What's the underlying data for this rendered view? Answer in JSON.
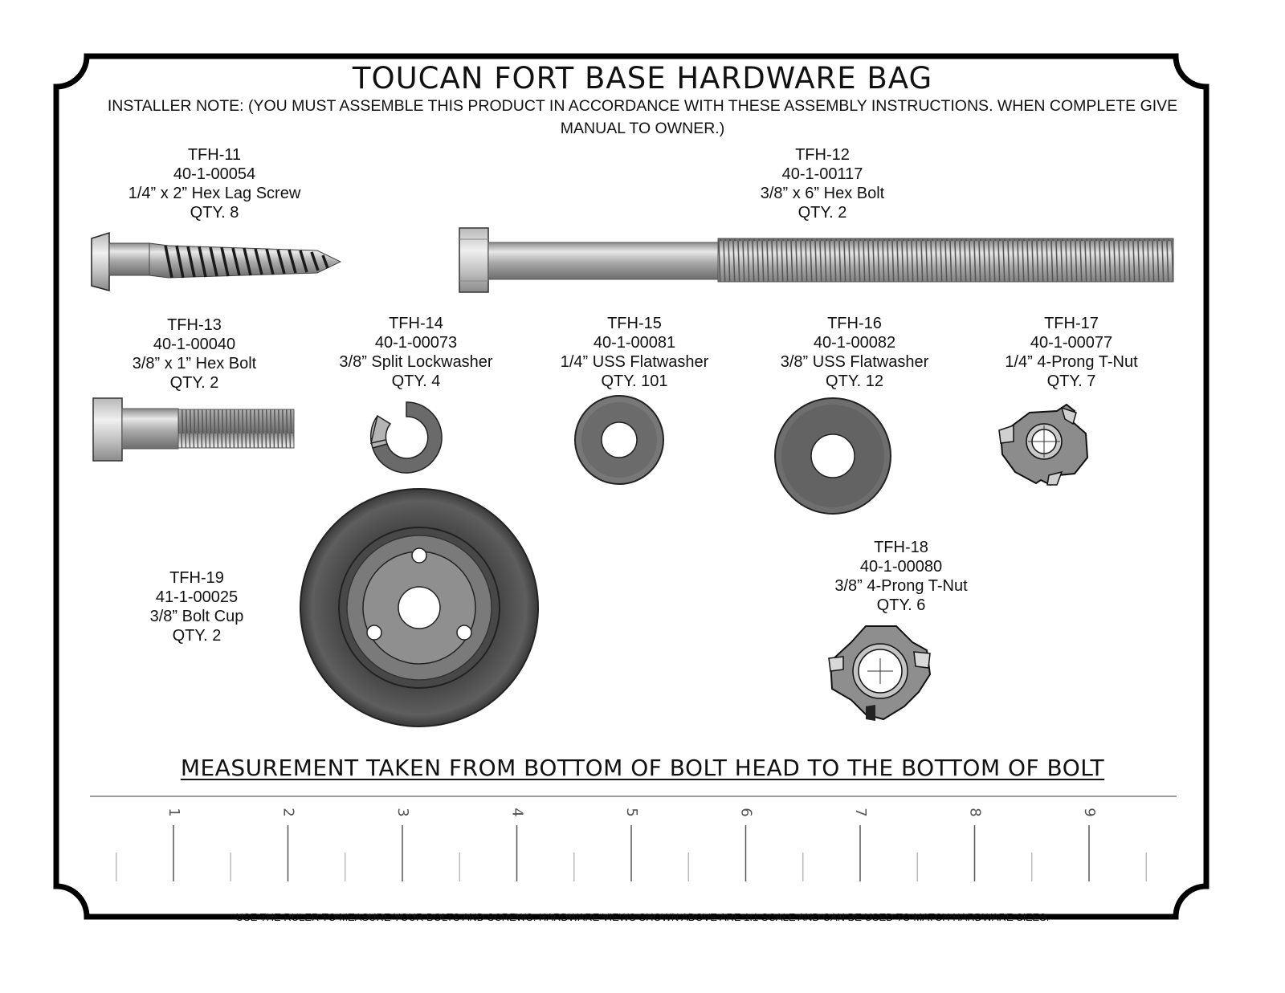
{
  "title": "TOUCAN FORT BASE HARDWARE BAG",
  "installer_note": "INSTALLER NOTE:  (YOU MUST ASSEMBLE THIS PRODUCT IN ACCORDANCE WITH THESE ASSEMBLY INSTRUCTIONS. WHEN COMPLETE GIVE MANUAL TO OWNER.)",
  "parts": [
    {
      "id": "TFH-11",
      "part_no": "40-1-00054",
      "desc": "1/4” x 2” Hex Lag Screw",
      "qty": "QTY. 8"
    },
    {
      "id": "TFH-12",
      "part_no": "40-1-00117",
      "desc": "3/8” x 6” Hex Bolt",
      "qty": "QTY. 2"
    },
    {
      "id": "TFH-13",
      "part_no": "40-1-00040",
      "desc": "3/8” x 1” Hex Bolt",
      "qty": "QTY. 2"
    },
    {
      "id": "TFH-14",
      "part_no": "40-1-00073",
      "desc": "3/8” Split Lockwasher",
      "qty": "QTY. 4"
    },
    {
      "id": "TFH-15",
      "part_no": "40-1-00081",
      "desc": "1/4” USS Flatwasher",
      "qty": "QTY. 101"
    },
    {
      "id": "TFH-16",
      "part_no": "40-1-00082",
      "desc": "3/8” USS Flatwasher",
      "qty": "QTY. 12"
    },
    {
      "id": "TFH-17",
      "part_no": "40-1-00077",
      "desc": "1/4” 4-Prong T-Nut",
      "qty": "QTY. 7"
    },
    {
      "id": "TFH-18",
      "part_no": "40-1-00080",
      "desc": "3/8” 4-Prong T-Nut",
      "qty": "QTY. 6"
    },
    {
      "id": "TFH-19",
      "part_no": "41-1-00025",
      "desc": "3/8” Bolt Cup",
      "qty": "QTY. 2"
    }
  ],
  "measurement_note": "MEASUREMENT TAKEN FROM BOTTOM OF BOLT HEAD TO THE BOTTOM OF BOLT",
  "ruler": {
    "numbers": [
      "1",
      "2",
      "3",
      "4",
      "5",
      "6",
      "7",
      "8",
      "9"
    ]
  },
  "footer": "USE THE RULER TO MEASURE YOUR BOLTS AND SCREWS.  HARDWARE VIEWS SHOWN ABOVE ARE 1:1 SCALE AND CAN BE USED TO MATCH HARDWARE SIZES.",
  "colors": {
    "frame": "#000000",
    "metal_dark": "#5a5a5a",
    "metal_light": "#d2d2d2",
    "ruler": "#9a9a9a"
  }
}
